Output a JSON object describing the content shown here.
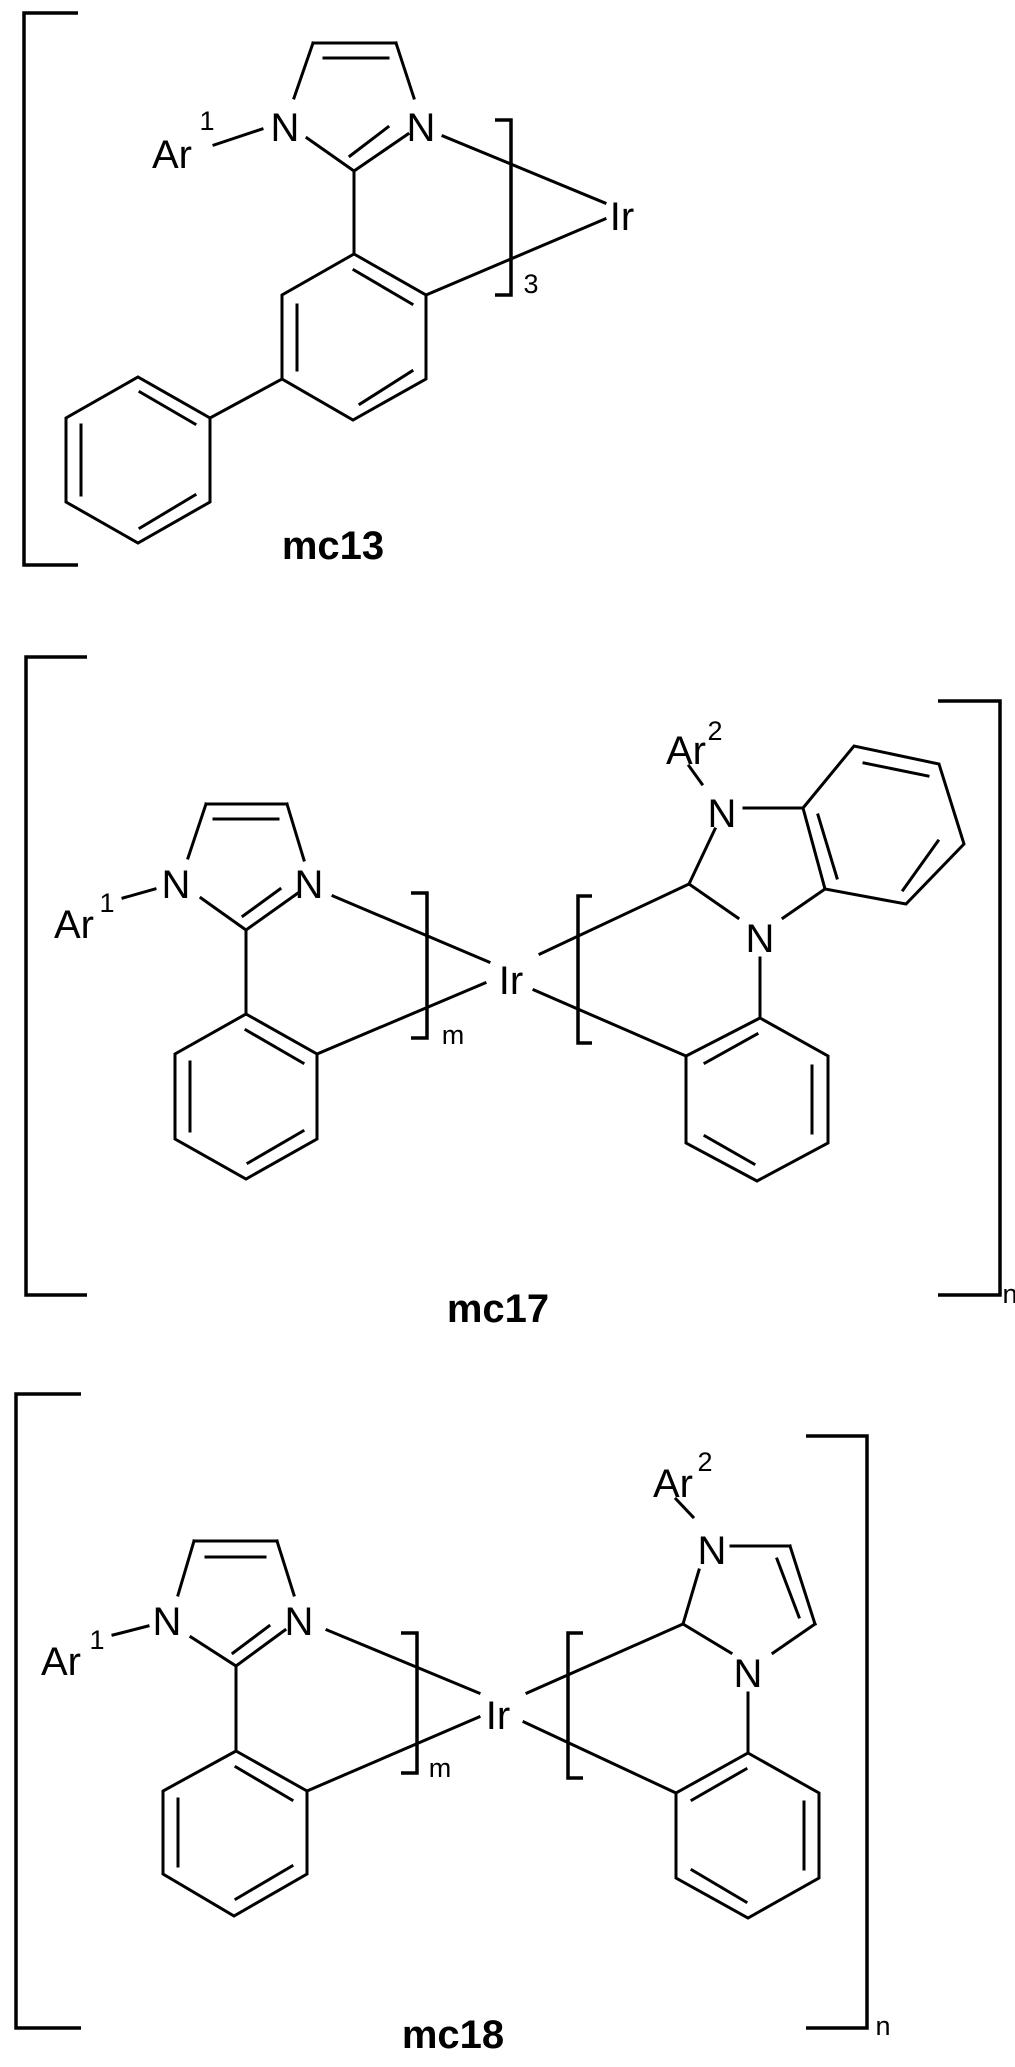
{
  "structures": [
    {
      "label": "mc13",
      "atoms": {
        "ar": "Ar",
        "ar_sup": "1",
        "n1": "N",
        "n3": "N",
        "metal": "Ir"
      },
      "subscript": "3"
    },
    {
      "label": "mc17",
      "atoms": {
        "ar1": "Ar",
        "ar1_sup": "1",
        "n1": "N",
        "n3": "N",
        "metal": "Ir",
        "ar2": "Ar",
        "ar2_sup": "2",
        "n_top": "N",
        "n_bottom": "N"
      },
      "subscript_left": "m",
      "subscript_outer": "n"
    },
    {
      "label": "mc18",
      "atoms": {
        "ar1": "Ar",
        "ar1_sup": "1",
        "n1": "N",
        "n3": "N",
        "metal": "Ir",
        "ar2": "Ar",
        "ar2_sup": "2",
        "n_top": "N",
        "n_bottom": "N"
      },
      "subscript_left": "m",
      "subscript_outer": "n"
    }
  ]
}
